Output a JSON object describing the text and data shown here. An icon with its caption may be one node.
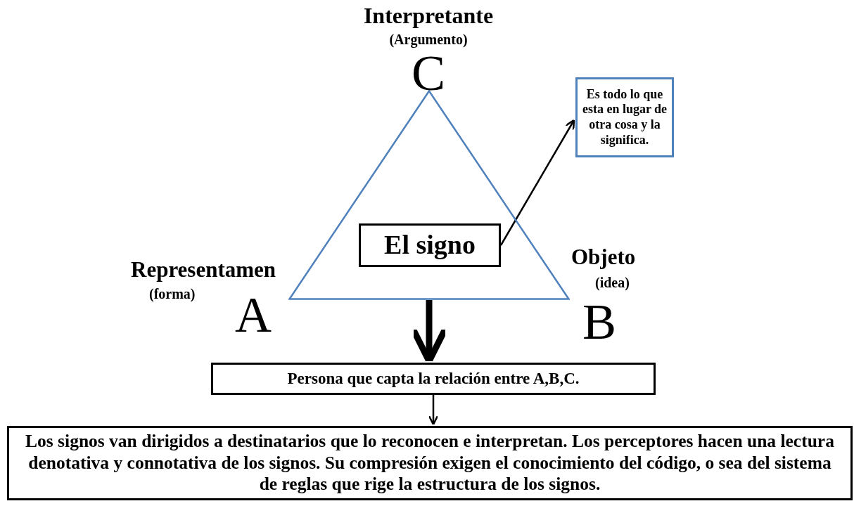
{
  "diagram": {
    "nodes": [
      {
        "text": [],
        "shape": "triangle"
      },
      {
        "text": [
          "El signo"
        ],
        "in": 0
      },
      {
        "text": [
          "Es todo lo que esta en lugar de otra cosa y la significa."
        ]
      },
      {
        "text": [
          "Persona que capta la relación entre A,B,C."
        ]
      },
      {
        "text": [
          "Los signos van dirigidos a destinatarios que lo reconocen e interpretan. Los perceptores hacen una lectura denotativa y connotativa de los signos. Su compresión exigen el conocimiento del código, o sea del sistema de reglas que rige la estructura de los signos."
        ]
      }
    ],
    "edges": [
      {
        "from": 1,
        "to": 2,
        "arrow": "to"
      },
      {
        "from": 0,
        "to": 3,
        "arrow": "to",
        "style": "thick"
      },
      {
        "from": 3,
        "to": 4,
        "arrow": "to"
      }
    ],
    "labels": [
      "Interpretante",
      "(Argumento)",
      "C",
      "Representamen",
      "(forma)",
      "A",
      "Objeto",
      "(idea)",
      "B"
    ]
  }
}
